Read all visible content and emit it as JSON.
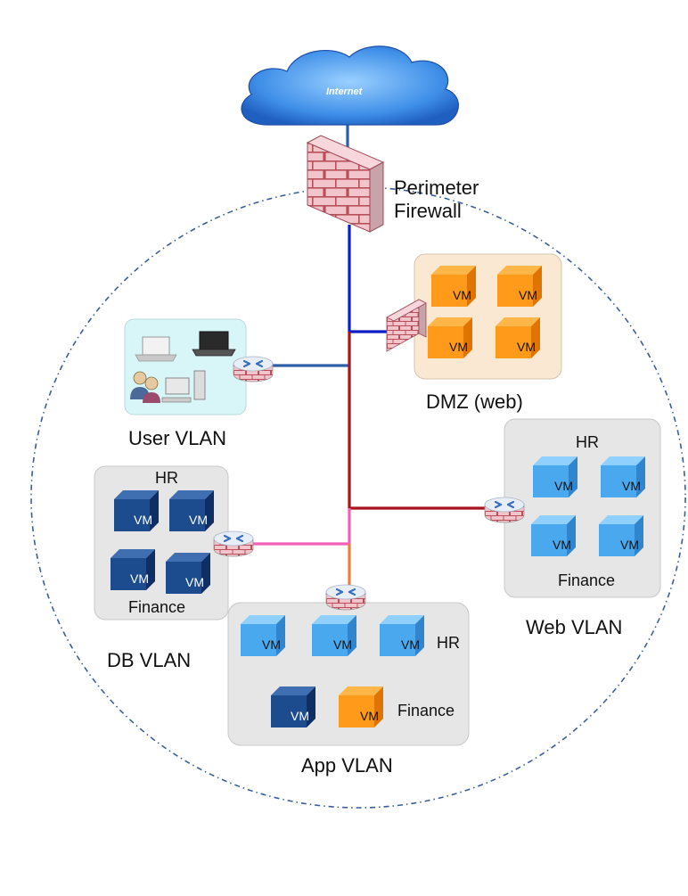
{
  "diagram": {
    "internet_label": "Internet",
    "firewall_label_line1": "Perimeter",
    "firewall_label_line2": "Firewall",
    "dmz_label": "DMZ (web)",
    "user_vlan_label": "User VLAN",
    "db_vlan": {
      "label": "DB VLAN",
      "hr_label": "HR",
      "finance_label": "Finance"
    },
    "web_vlan": {
      "label": "Web VLAN",
      "hr_label": "HR",
      "finance_label": "Finance"
    },
    "app_vlan": {
      "label": "App VLAN",
      "hr_label": "HR",
      "finance_label": "Finance"
    },
    "vm_text": "VM"
  },
  "colors": {
    "uplink": "#2d5fa8",
    "core": "#0a1ec8",
    "red_link": "#a8141c",
    "pink_link": "#f060b8",
    "orange_link": "#e8803a",
    "user_link": "#2d5fa8",
    "dotted_boundary": "#3a5f9a",
    "dmz_bg": "#fbe8d2",
    "user_bg": "#d8f6f8",
    "vlan_bg": "#e6e6e6"
  }
}
